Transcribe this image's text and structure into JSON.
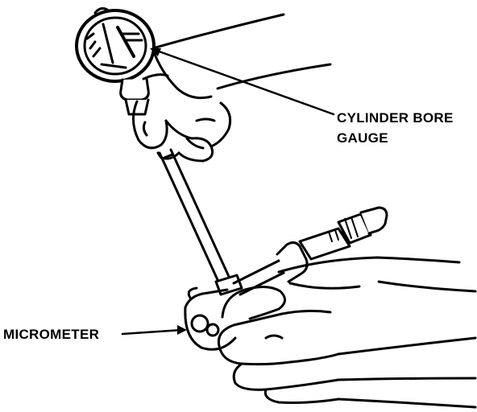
{
  "labels": {
    "cylinder_bore_gauge_line1": "CYLINDER BORE",
    "cylinder_bore_gauge_line2": "GAUGE",
    "micrometer": "MICROMETER"
  },
  "colors": {
    "ink": "#000000",
    "paper": "#ffffff"
  }
}
